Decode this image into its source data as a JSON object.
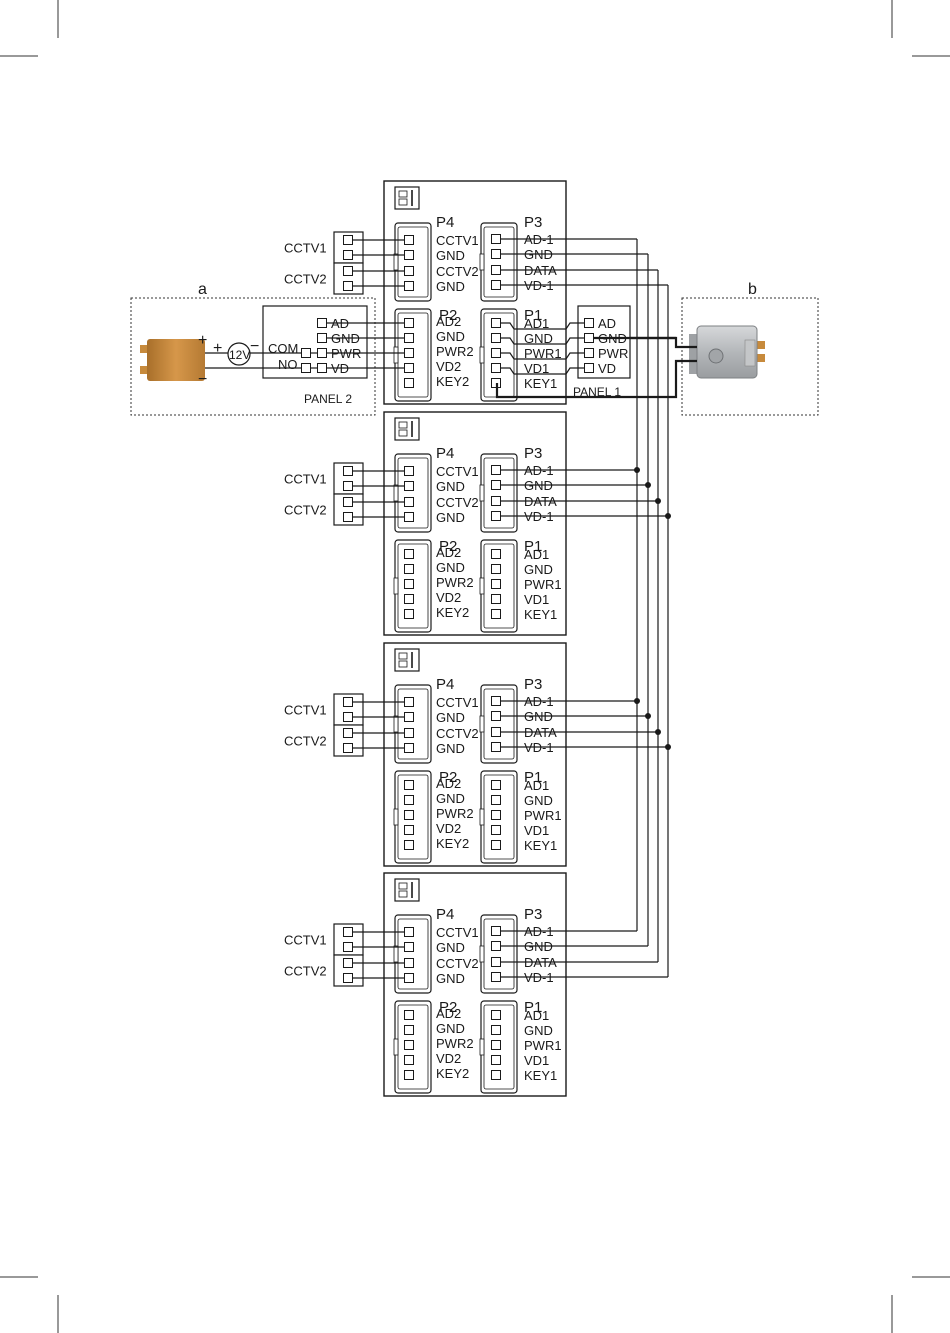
{
  "letters": {
    "a": "a",
    "b": "b"
  },
  "p4": {
    "title": "P4",
    "pins": [
      "CCTV1",
      "GND",
      "CCTV2",
      "GND"
    ]
  },
  "p3": {
    "title": "P3",
    "pins": [
      "AD-1",
      "GND",
      "DATA",
      "VD-1"
    ]
  },
  "p2": {
    "title": "P2",
    "pins": [
      "AD2",
      "GND",
      "PWR2",
      "VD2",
      "KEY2"
    ]
  },
  "p1": {
    "title": "P1",
    "pins": [
      "AD1",
      "GND",
      "PWR1",
      "VD1",
      "KEY1"
    ]
  },
  "cctv": [
    "CCTV1",
    "CCTV2"
  ],
  "panel2": {
    "label": "PANEL 2",
    "pins": [
      "AD",
      "GND",
      "PWR",
      "VD"
    ],
    "com": "COM",
    "no": "NO"
  },
  "panel1": {
    "label": "PANEL 1",
    "pins": [
      "AD",
      "GND",
      "PWR",
      "VD"
    ]
  },
  "power": {
    "voltage": "12V",
    "plus": "+",
    "minus": "−"
  },
  "colors": {
    "line": "#1a1a1a",
    "lock_orange": "#c78a3c",
    "lock_body": "#b9bcbf"
  }
}
